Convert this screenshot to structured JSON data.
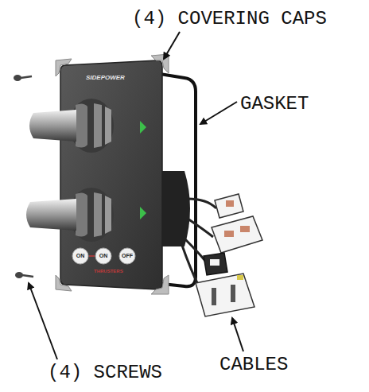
{
  "diagram": {
    "labels": [
      "(4) COVERING CAPS",
      "GASKET",
      "SIDEPOWER",
      "ON",
      "ON",
      "OFF",
      "THRUSTERS",
      "CABLES",
      "(4) SCREWS"
    ]
  }
}
